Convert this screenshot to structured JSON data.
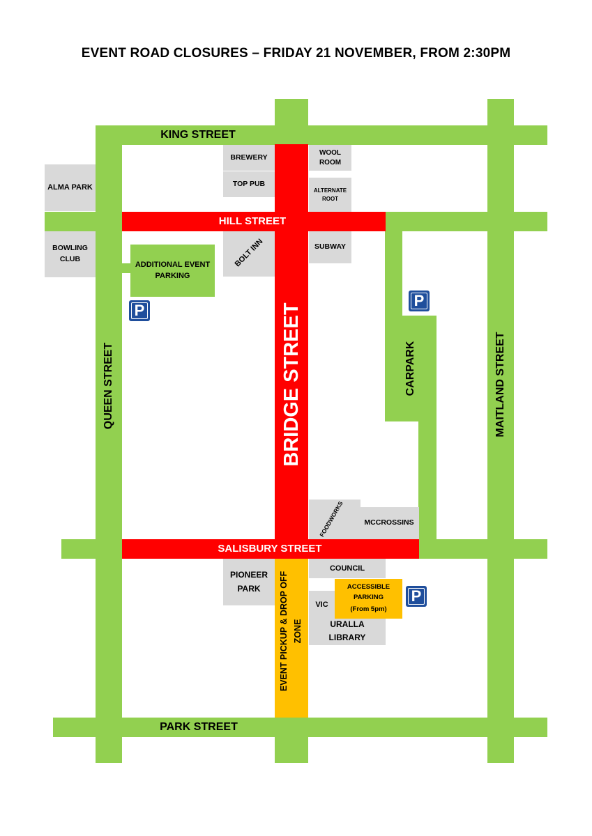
{
  "title": "EVENT ROAD CLOSURES – FRIDAY 21 NOVEMBER, FROM 2:30PM",
  "colors": {
    "open_road": "#92d050",
    "closed_road": "#ff0000",
    "pickup_zone": "#ffc000",
    "building": "#d9d9d9",
    "parking_sign": "#1f4e9c"
  },
  "streets": {
    "king": "KING STREET",
    "hill": "HILL STREET",
    "salisbury": "SALISBURY STREET",
    "park": "PARK STREET",
    "queen": "QUEEN STREET",
    "bridge": "BRIDGE STREET",
    "maitland": "MAITLAND STREET"
  },
  "places": {
    "alma_park": "ALMA PARK",
    "bowling_club": "BOWLING CLUB",
    "brewery": "BREWERY",
    "top_pub": "TOP PUB",
    "wool_room": "WOOL ROOM",
    "alternate_root": "ALTERNATE ROOT",
    "bolt_inn": "BOLT INN",
    "subway": "SUBWAY",
    "additional_parking": "ADDITIONAL EVENT PARKING",
    "carpark": "CARPARK",
    "foodworks": "FOODWORKS",
    "mccrossins": "MCCROSSINS",
    "pioneer_park": "PIONEER PARK",
    "council": "COUNCIL",
    "vic": "VIC",
    "accessible_parking": "ACCESSIBLE PARKING",
    "accessible_parking_note": "(From 5pm)",
    "uralla_library": "URALLA LIBRARY",
    "pickup_zone": "EVENT PICKUP & DROP OFF ZONE"
  },
  "parking_symbol": "P"
}
